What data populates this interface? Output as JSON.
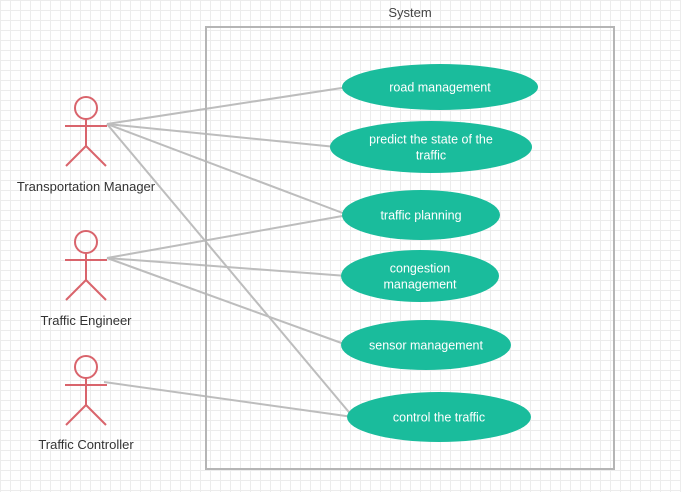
{
  "system": {
    "title": "System"
  },
  "actors": [
    {
      "id": "tm",
      "label": "Transportation Manager"
    },
    {
      "id": "te",
      "label": "Traffic Engineer"
    },
    {
      "id": "tc",
      "label": "Traffic Controller"
    }
  ],
  "use_cases": [
    {
      "id": "uc1",
      "lines": [
        "road management"
      ]
    },
    {
      "id": "uc2",
      "lines": [
        "predict the state of the",
        "traffic"
      ]
    },
    {
      "id": "uc3",
      "lines": [
        "traffic planning"
      ]
    },
    {
      "id": "uc4",
      "lines": [
        "congestion",
        "management"
      ]
    },
    {
      "id": "uc5",
      "lines": [
        "sensor management"
      ]
    },
    {
      "id": "uc6",
      "lines": [
        "control the traffic"
      ]
    }
  ],
  "associations": [
    {
      "from": "tm",
      "to": "uc1"
    },
    {
      "from": "tm",
      "to": "uc2"
    },
    {
      "from": "tm",
      "to": "uc3"
    },
    {
      "from": "tm",
      "to": "uc6"
    },
    {
      "from": "te",
      "to": "uc3"
    },
    {
      "from": "te",
      "to": "uc4"
    },
    {
      "from": "te",
      "to": "uc5"
    },
    {
      "from": "tc",
      "to": "uc6"
    }
  ],
  "colors": {
    "use_case_fill": "#1abc9c",
    "actor_stroke": "#d9646c",
    "line": "#bdbdbd",
    "system_border": "#b5b5b5"
  }
}
